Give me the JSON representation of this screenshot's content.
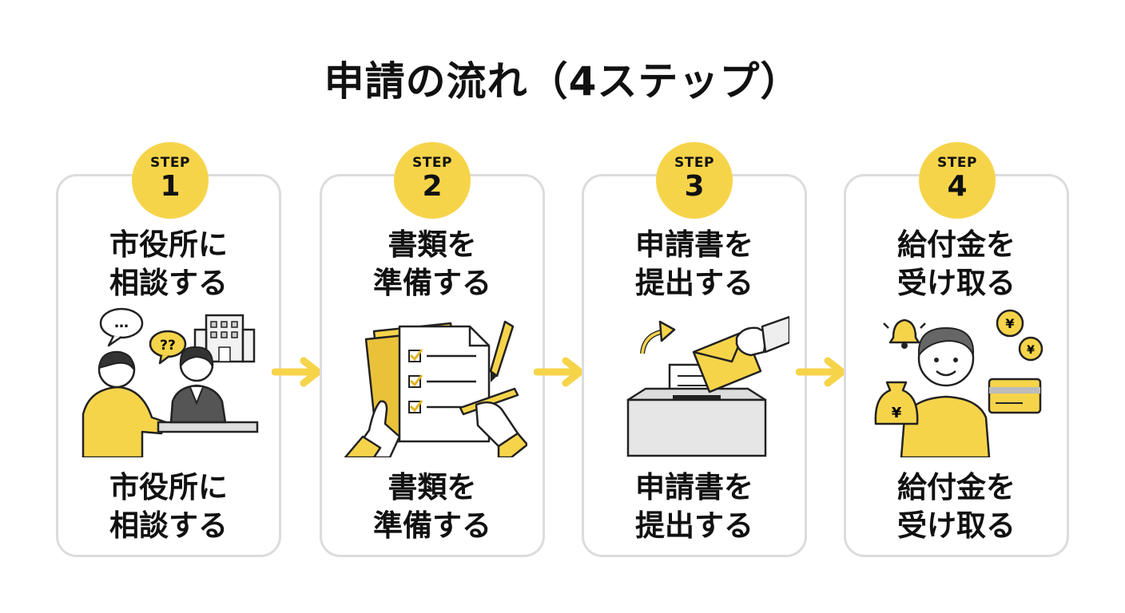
{
  "title": "申請の流れ（4ステップ）",
  "steps": [
    {
      "badge_label": "STEP",
      "number": "1",
      "title_line1": "市役所に",
      "title_line2": "相談する",
      "caption_line1": "市役所に",
      "caption_line2": "相談する"
    },
    {
      "badge_label": "STEP",
      "number": "2",
      "title_line1": "書類を",
      "title_line2": "準備する",
      "caption_line1": "書類を",
      "caption_line2": "準備する"
    },
    {
      "badge_label": "STEP",
      "number": "3",
      "title_line1": "申請書を",
      "title_line2": "提出する",
      "caption_line1": "申請書を",
      "caption_line2": "提出する"
    },
    {
      "badge_label": "STEP",
      "number": "4",
      "title_line1": "給付金を",
      "title_line2": "受け取る",
      "caption_line1": "給付金を",
      "caption_line2": "受け取る"
    }
  ],
  "speech_dots": "…",
  "question_marks": "??",
  "yen_symbol": "¥",
  "colors": {
    "accent": "#f6d44a",
    "arrow": "#f6d44a",
    "card_border": "#dcdcdc",
    "line": "#222222"
  }
}
